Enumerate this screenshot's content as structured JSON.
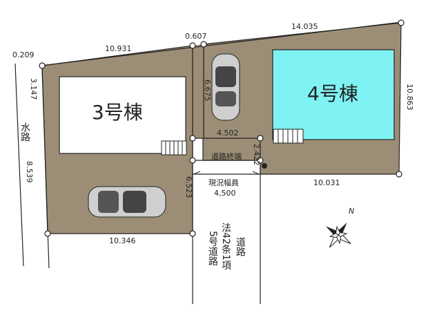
{
  "colors": {
    "lot": "#9c8e76",
    "house_white": "#ffffff",
    "house_cyan": "#7ff2f3",
    "line": "#222222"
  },
  "lots": {
    "left": {
      "label": "3号棟"
    },
    "right": {
      "label": "4号棟"
    }
  },
  "dimensions": {
    "top_left": "0.209",
    "top_mid": "10.931",
    "top_gap": "0.607",
    "top_right": "14.035",
    "left_upper": "3.147",
    "left_lower": "8.539",
    "right_side": "10.863",
    "driveway_depth": "6.675",
    "driveway_width": "4.502",
    "road_end_width": "2.422",
    "lower_front": "6.523",
    "bottom_left": "10.346",
    "bottom_right": "10.031"
  },
  "labels": {
    "waterway": "水路",
    "road_end": "道路終端",
    "road_width_label": "現況幅員",
    "road_width_value": "4,500",
    "road_law": "法42条1項",
    "road_law_suffix": "道路",
    "road_number": "5号道路",
    "north": "N"
  }
}
